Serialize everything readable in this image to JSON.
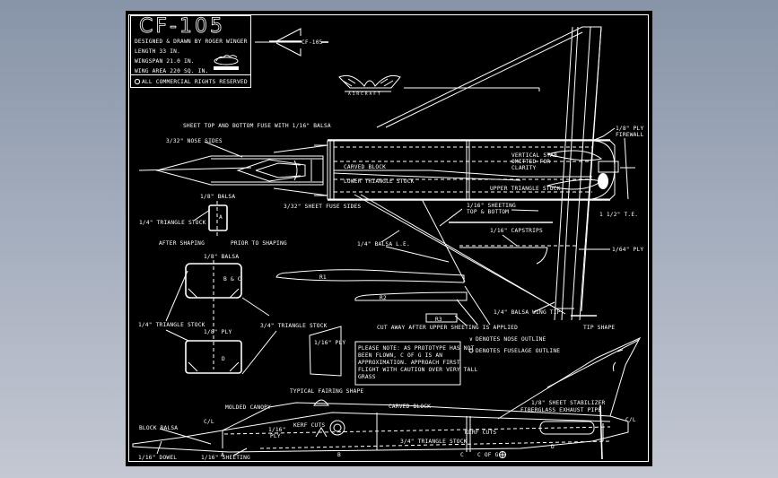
{
  "title_block": {
    "model": "CF-105",
    "designer": "DESIGNED & DRAWN BY ROGER WINGER",
    "length": "LENGTH 33 IN.",
    "wingspan": "WINGSPAN 21.0 IN.",
    "wing_area": "WING AREA 220 SQ. IN.",
    "rights": "ALL COMMERCIAL RIGHTS RESERVED"
  },
  "thumbnail_label": "CF-105",
  "logo_text": "AIRCRAFT",
  "top_view": {
    "labels": {
      "sheet_fuse": "SHEET TOP AND BOTTOM FUSE WITH 1/16\" BALSA",
      "nose_sides": "3/32\" NOSE SIDES",
      "carved_block": "CARVED BLOCK",
      "lower_triangle": "LOWER TRIANGLE STOCK",
      "vertical_stab": [
        "VERTICAL STAB",
        "OMITTED FOR",
        "CLARITY"
      ],
      "upper_triangle": "UPPER TRIANGLE STOCK",
      "firewall": [
        "1/8\" PLY",
        "FIREWALL"
      ],
      "sheet_fuse_sides": "3/32\" SHEET FUSE SIDES",
      "sheeting": [
        "1/16\" SHEETING",
        "TOP & BOTTOM"
      ],
      "te": "1 1/2\" T.E.",
      "capstrips": "1/16\" CAPSTRIPS",
      "balsa_le": "1/4\" BALSA L.E.",
      "ply_64": "1/64\" PLY",
      "wing_tip": "1/4\" BALSA WING TIP",
      "tip_shape": "TIP SHAPE"
    }
  },
  "cross_sections": {
    "balsa_top": "1/8\" BALSA",
    "triangle_stock_a": "1/4\" TRIANGLE STOCK",
    "section_a": "A",
    "after_shaping": "AFTER SHAPING",
    "prior_to_shaping": "PRIOR TO SHAPING",
    "balsa_bc": "1/8\" BALSA",
    "section_bc": "B & C",
    "triangle_stock_1_4": "1/4\" TRIANGLE STOCK",
    "triangle_stock_3_4": "3/4\" TRIANGLE STOCK",
    "ply_d": "1/8\" PLY",
    "section_d": "D"
  },
  "ribs": {
    "r1": "R1",
    "r2": "R2",
    "r3": "R3",
    "cut_away": "CUT AWAY AFTER UPPER SHEETING IS APPLIED",
    "ply_16": "1/16\" PLY"
  },
  "legend": {
    "nose": "DENOTES NOSE OUTLINE",
    "fuselage": "DENOTES FUSELAGE OUTLINE"
  },
  "note": [
    "PLEASE NOTE: AS PROTOTYPE HAS NOT",
    "BEEN FLOWN, C OF G IS AN",
    "APPROXIMATION. APPROACH FIRST",
    "FLIGHT WITH CAUTION OVER VERY TALL",
    "GRASS"
  ],
  "side_view": {
    "labels": {
      "typical_fairing": "TYPICAL FAIRING SHAPE",
      "molded_canopy": "MOLDED CANOPY",
      "carved_block": "CARVED BLOCK",
      "stabilizer": "1/8\" SHEET STABILIZER",
      "exhaust": "FIBERGLASS EXHAUST PIPE",
      "block_balsa": "BLOCK BALSA",
      "cl_left": "C/L",
      "cl_right": "C/L",
      "ply_16": [
        "1/16\"",
        "PLY"
      ],
      "kerf_cuts_1": "KERF CUTS",
      "kerf_cuts_2": "KERF CUTS",
      "triangle_stock": "3/4\" TRIANGLE STOCK",
      "dowel": "1/16\" DOWEL",
      "sheeting": "1/16\" SHEETING",
      "station_a": "A",
      "station_b": "B",
      "station_c": "C",
      "station_d": "D",
      "cofg": "C OF G"
    }
  }
}
